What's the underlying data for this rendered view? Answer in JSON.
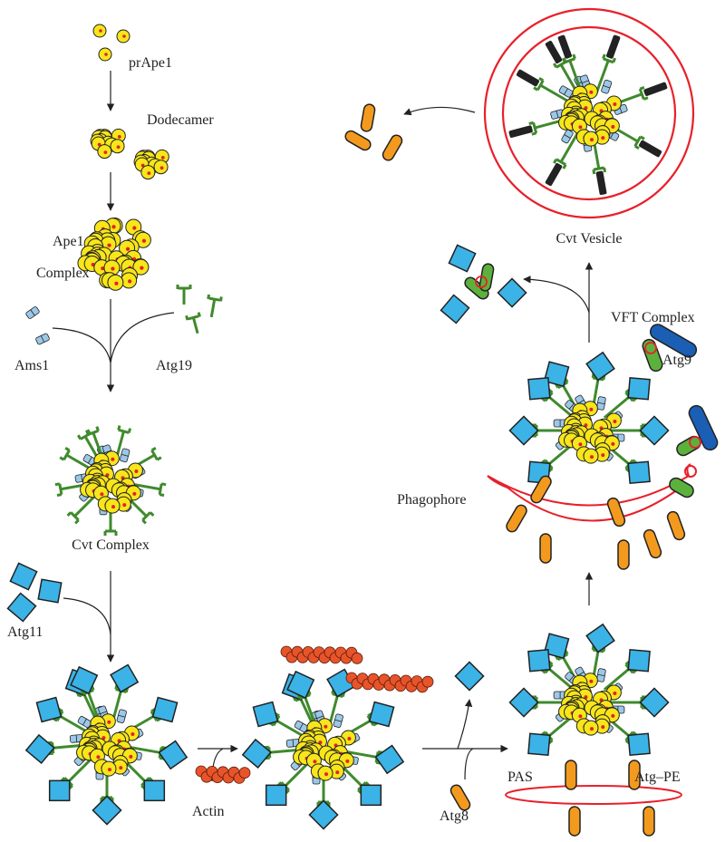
{
  "labels": {
    "prape1": "prApe1",
    "dodecamer": "Dodecamer",
    "ape1_complex_1": "Ape1",
    "ape1_complex_2": "Complex",
    "ams1": "Ams1",
    "atg19": "Atg19",
    "cvt_complex": "Cvt Complex",
    "atg11": "Atg11",
    "actin": "Actin",
    "atg8": "Atg8",
    "pas": "PAS",
    "atg_pe": "Atg–PE",
    "phagophore": "Phagophore",
    "vft_complex": "VFT Complex",
    "atg9": "Atg9",
    "cvt_vesicle": "Cvt Vesicle"
  },
  "colors": {
    "ape1_fill": "#f7e61a",
    "ape1_dot": "#e8202a",
    "atg19": "#3f8a2c",
    "ams1": "#9cc8e8",
    "atg11": "#3bb3e6",
    "actin": "#e8542a",
    "atg8": "#f39a1e",
    "membrane": "#e8202a",
    "vft_blue": "#1a5fb4",
    "vft_green": "#5cb13c"
  }
}
